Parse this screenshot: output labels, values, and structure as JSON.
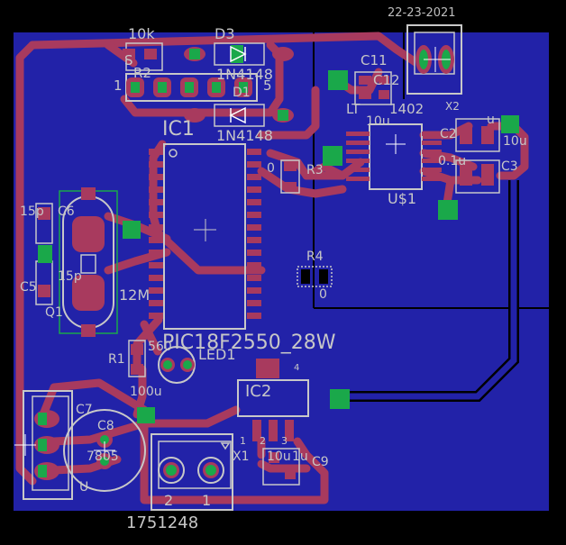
{
  "board": {
    "date": "22-23-2021",
    "colors": {
      "background": "#000000",
      "copper_pour": "#2222a8",
      "trace": "#a83a5e",
      "outline": "#c8c8c8",
      "pad_green": "#1aa84a",
      "silk": "#c7c7c7"
    }
  },
  "components": {
    "r_10k": "10k",
    "d3": "D3",
    "d3_part": "1N4148",
    "s": "S",
    "r2": "R2",
    "one": "1",
    "five": "5",
    "d1": "D1",
    "d2_part": "1N4148",
    "ic1": "IC1",
    "ic1_part": "PIC18F2550_28W",
    "zero_r3": "0",
    "r3": "R3",
    "c11": "C11",
    "c12": "C12",
    "lt": "LT",
    "u1402": "1402",
    "cap_10u_top": "10u",
    "u1": "U$1",
    "x2": "X2",
    "c2": "C2",
    "c2_val": "0.1u",
    "c3": "C3",
    "c3_val": "10u",
    "c1_val": "u",
    "c6_val": "15p",
    "c6": "C6",
    "c5": "C5",
    "c5_val": "15p",
    "q1": "Q1",
    "r_12m": "12M",
    "r1": "R1",
    "r1_val": "560",
    "led1": "LED1",
    "r4": "R4",
    "r4_val": "0",
    "ic2": "IC2",
    "ic2_pin4": "4",
    "ic2_pin1": "1",
    "ic2_pin2": "2",
    "ic2_pin3": "3",
    "cap_100u": "100u",
    "c7": "C7",
    "c8": "C8",
    "u": "U",
    "u_val": "7805",
    "c9": "C9",
    "c9_val": "10u",
    "c10_val": "1u",
    "x1": "X1",
    "x1_pin2": "2",
    "x1_pin1": "1",
    "x1_part": "1751248"
  }
}
